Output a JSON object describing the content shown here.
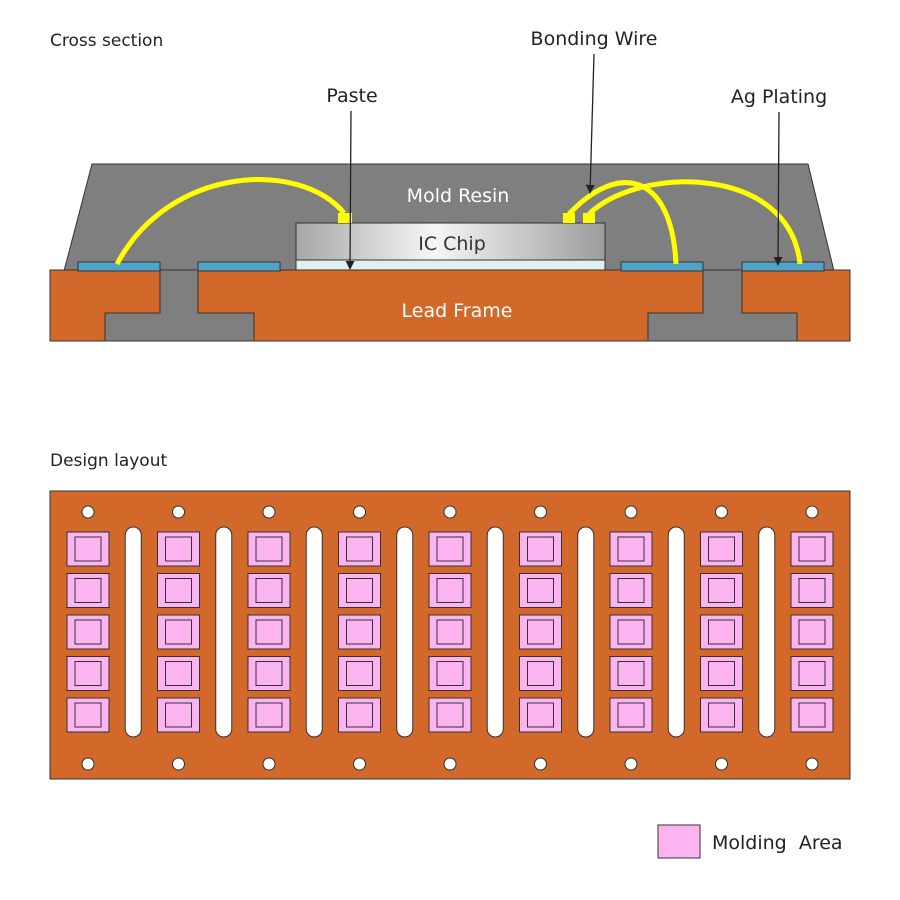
{
  "cross_section": {
    "title": "Cross section",
    "labels": {
      "bonding_wire": "Bonding Wire",
      "paste": "Paste",
      "ag_plating": "Ag Plating",
      "mold_resin": "Mold Resin",
      "ic_chip": "IC Chip",
      "lead_frame": "Lead Frame"
    }
  },
  "design_layout": {
    "title": "Design layout",
    "columns": 9,
    "rows": 5
  },
  "legend": {
    "molding_area": "Molding  Area"
  },
  "colors": {
    "lead_frame": "#d2682a",
    "mold_resin": "#7f7f7f",
    "ag_plating": "#4fa3c9",
    "bonding_wire": "#ffff00",
    "molding_area": "#fbb4f0",
    "chip_light": "#f4f4f4",
    "chip_dark": "#a9a9a9",
    "paste": "#dff1ef"
  }
}
